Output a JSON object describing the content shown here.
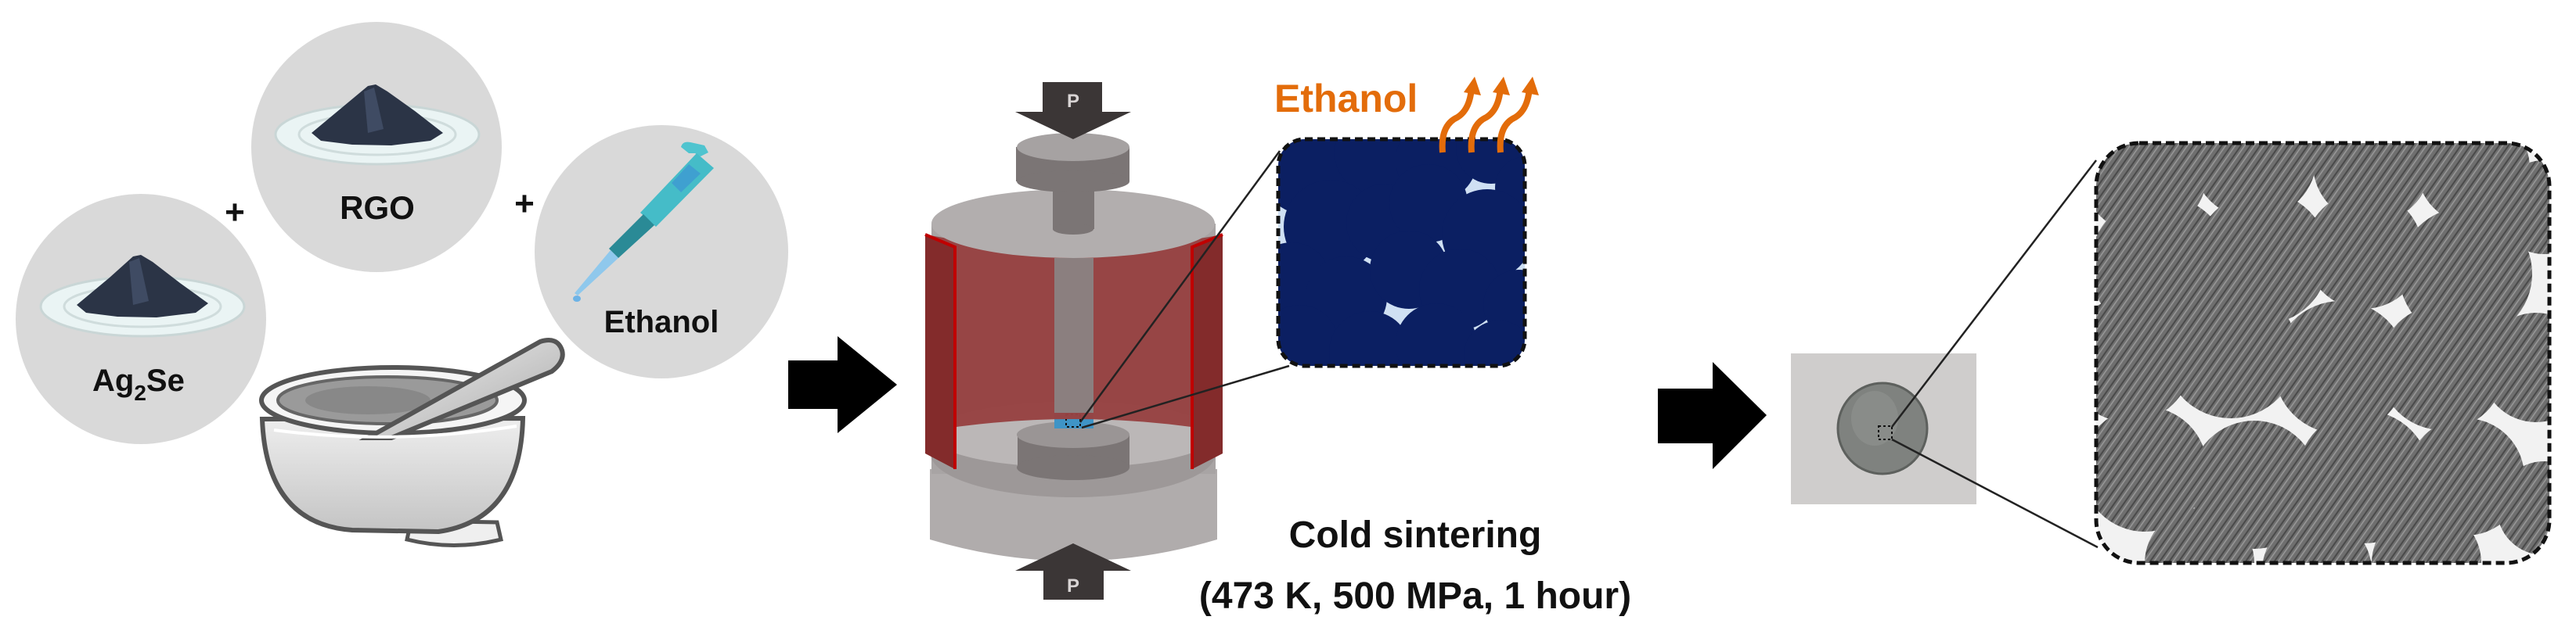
{
  "figure": {
    "stage1": {
      "ingredients": [
        {
          "label_main": "Ag",
          "label_sub": "2",
          "label_tail": "Se",
          "icon": "powder-on-plate-icon"
        },
        {
          "label": "RGO",
          "icon": "powder-on-plate-icon"
        },
        {
          "label": "Ethanol",
          "icon": "pipette-icon"
        }
      ],
      "plus_signs": [
        "+",
        "+"
      ],
      "tool_icon": "mortar-and-pestle-icon"
    },
    "stage2": {
      "press_top_label": "P",
      "press_bottom_label": "P",
      "inset_label": "Ethanol",
      "process_title": "Cold sintering",
      "process_conditions": "(473 K, 500 MPa, 1 hour)"
    },
    "stage3": {
      "sample_icon": "pellet-photo",
      "inset_icon": "dense-microstructure"
    },
    "arrows": [
      "process-arrow",
      "process-arrow"
    ],
    "colors": {
      "circle_bg": "#d9d9d9",
      "powder": "#2b3446",
      "plate": "#eaf4f4",
      "press_light": "#b2aeae",
      "press_dark": "#7b7575",
      "heater_red": "#974242",
      "heater_dark": "#832b2b",
      "heater_line": "#c00000",
      "grain_navy": "#0b1f62",
      "grain_gap": "#cfe0f3",
      "ethanol_orange": "#e36c0a",
      "pressure_arrow": "#3b3636",
      "pellet_bg": "#cfcdcc",
      "pellet_disk": "#7f827f",
      "micro_grey": "#6e6e6e"
    }
  }
}
